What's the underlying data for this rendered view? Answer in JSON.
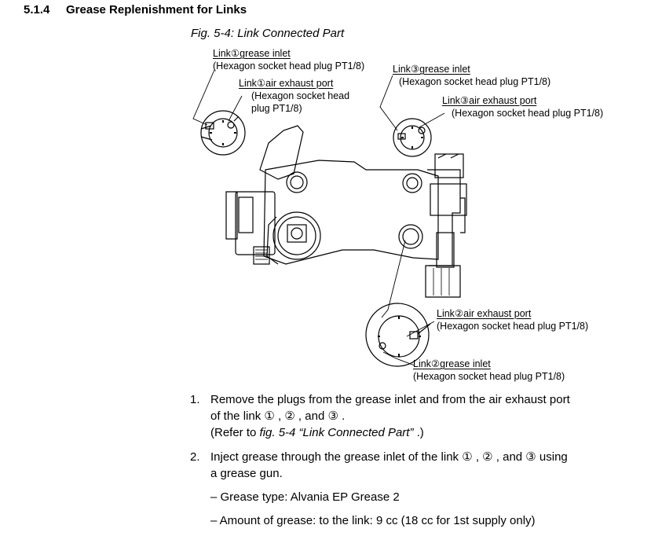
{
  "section": {
    "number": "5.1.4",
    "title": "Grease Replenishment for Links"
  },
  "figure": {
    "caption_prefix": "Fig. 5-4:",
    "caption_title": "Link Connected Part",
    "callouts": {
      "link1_inlet": {
        "title": "Link①grease inlet",
        "sub": "(Hexagon socket head plug PT1/8)"
      },
      "link1_exhaust": {
        "title": "Link①air exhaust port",
        "sub1": "(Hexagon socket head",
        "sub2": "plug PT1/8)"
      },
      "link3_inlet": {
        "title": "Link③grease inlet",
        "sub": "(Hexagon socket head plug PT1/8)"
      },
      "link3_exhaust": {
        "title": "Link③air exhaust port",
        "sub": "(Hexagon socket head plug PT1/8)"
      },
      "link2_exhaust": {
        "title": "Link②air exhaust port",
        "sub": "(Hexagon socket head plug PT1/8)"
      },
      "link2_inlet": {
        "title": "Link②grease inlet",
        "sub": "(Hexagon socket head plug PT1/8)"
      }
    }
  },
  "steps": [
    {
      "number": "1.",
      "line1": "Remove the plugs from the grease inlet and from the air exhaust port",
      "line2": "of the link ① , ② , and ③ .",
      "ref_prefix": "(Refer to ",
      "ref_fig": "fig. 5-4",
      "ref_title": " “Link Connected Part”",
      "ref_suffix": " .)"
    },
    {
      "number": "2.",
      "line1": "Inject grease through the grease inlet of the link ① , ② , and ③ using",
      "line2": "a grease gun."
    }
  ],
  "bullets": [
    "– Grease type: Alvania EP Grease 2",
    "– Amount of grease: to the link: 9 cc (18 cc for 1st supply only)"
  ]
}
